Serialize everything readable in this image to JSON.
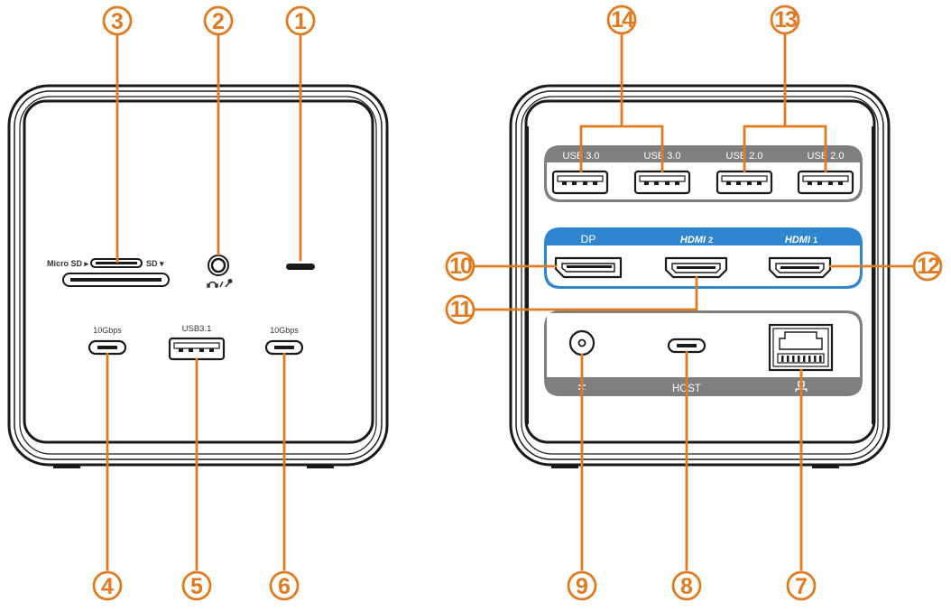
{
  "accent_color": "#e27a20",
  "front": {
    "card_reader": {
      "micro_sd_label": "Micro SD ▸",
      "sd_label": "SD ▾"
    },
    "audio_jack": {
      "icon": "headset-mic-icon"
    },
    "power_led": {
      "icon": "led-indicator"
    },
    "usb_c_left": {
      "label": "10Gbps"
    },
    "usb_a": {
      "label": "USB3.1"
    },
    "usb_c_right": {
      "label": "10Gbps"
    }
  },
  "back": {
    "usb_ports": [
      {
        "label": "USB 3.0"
      },
      {
        "label": "USB 3.0"
      },
      {
        "label": "USB 2.0"
      },
      {
        "label": "USB 2.0"
      }
    ],
    "display_ports": {
      "dp_label": "DP",
      "hdmi2_label": "HDMI",
      "hdmi2_number": "2",
      "hdmi1_label": "HDMI",
      "hdmi1_number": "1"
    },
    "host_label": "HOST",
    "power_icon": "dc-power-icon",
    "ethernet_icon": "network-icon",
    "colors": {
      "grey_band": "#7f7f7f",
      "blue_band": "#2e86d0"
    }
  },
  "callouts": [
    "1",
    "2",
    "3",
    "4",
    "5",
    "6",
    "7",
    "8",
    "9",
    "10",
    "11",
    "12",
    "13",
    "14"
  ]
}
